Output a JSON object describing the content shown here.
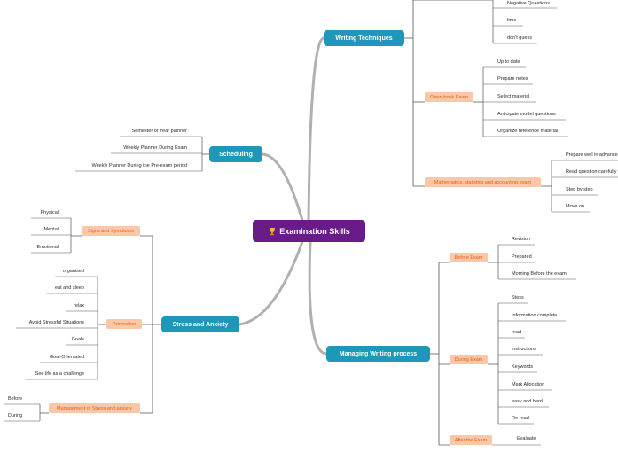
{
  "central": {
    "label": "Examination Skills",
    "icon": "trophy-icon"
  },
  "colors": {
    "central": "#6a1b8a",
    "main": "#1e97b8",
    "sub_bg": "#fbc7a6",
    "sub_text": "#e25d1f",
    "link": "#b0b0b0",
    "leaf_line": "#555555"
  },
  "writing_techniques": {
    "label": "Writing Techniques",
    "top_leaves": [
      "Negative Questions",
      "time",
      "don't guess"
    ],
    "open_book": {
      "label": "Open-book Exam",
      "items": [
        "Up to date",
        "Prepare notes",
        "Select material",
        "Anticipate model questions",
        "Organize reference material"
      ]
    },
    "math": {
      "label": "Mathematics, statistics and accounting exam",
      "items": [
        "Prepare well in advance",
        "Read question carefully",
        "Step by step",
        "Move on"
      ]
    }
  },
  "scheduling": {
    "label": "Scheduling",
    "items": [
      "Semester or Year planner",
      "Weekly Planner During Exam",
      "Weekly Planner During the Pre-exam period"
    ]
  },
  "stress": {
    "label": "Stress and Anxiety",
    "signs": {
      "label": "Signs and Symptoms",
      "items": [
        "Physical",
        "Mental",
        "Emotional"
      ]
    },
    "prevention": {
      "label": "Prevention",
      "items": [
        "organised",
        "eat and sleep",
        "relax",
        "Avoid Stressful Situations",
        "Goals",
        "Goal-Orientated",
        "See life as a challenge"
      ]
    },
    "management": {
      "label": "Management of Stress and anxiety",
      "items": [
        "Before",
        "During"
      ]
    }
  },
  "managing": {
    "label": "Managing Writing process",
    "before": {
      "label": "Before Exam",
      "items": [
        "Revision",
        "Prepared",
        "Morning Before the exam"
      ]
    },
    "during": {
      "label": "During Exam",
      "items": [
        "Stess",
        "Information complete",
        "read",
        "instructions",
        "Keywords",
        "Mark Allocation",
        "easy and hard",
        "Re-read"
      ]
    },
    "after": {
      "label": "After the Exam",
      "items": [
        "Evaluate"
      ]
    }
  }
}
